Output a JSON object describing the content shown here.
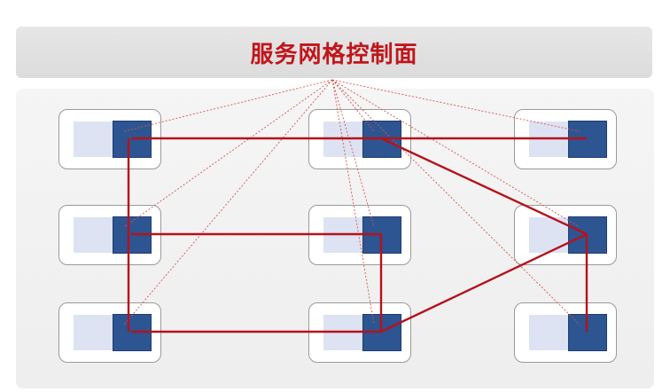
{
  "header": {
    "title": "服务网格控制面"
  },
  "mesh": {
    "pods": [
      {
        "id": "r0c0",
        "row": 0,
        "col": 0
      },
      {
        "id": "r0c1",
        "row": 0,
        "col": 1
      },
      {
        "id": "r0c2",
        "row": 0,
        "col": 2
      },
      {
        "id": "r1c0",
        "row": 1,
        "col": 0
      },
      {
        "id": "r1c1",
        "row": 1,
        "col": 1
      },
      {
        "id": "r1c2",
        "row": 1,
        "col": 2
      },
      {
        "id": "r2c0",
        "row": 2,
        "col": 0
      },
      {
        "id": "r2c1",
        "row": 2,
        "col": 1
      },
      {
        "id": "r2c2",
        "row": 2,
        "col": 2
      }
    ],
    "data_links": [
      [
        "r0c0",
        "r0c1"
      ],
      [
        "r0c1",
        "r0c2"
      ],
      [
        "r0c0",
        "r1c0"
      ],
      [
        "r1c0",
        "r2c0"
      ],
      [
        "r1c0",
        "r1c1"
      ],
      [
        "r1c1",
        "r2c1"
      ],
      [
        "r2c0",
        "r2c1"
      ],
      [
        "r0c1",
        "r1c2"
      ],
      [
        "r2c1",
        "r1c2"
      ],
      [
        "r1c2",
        "r2c2"
      ]
    ],
    "control_links": [
      "r0c0",
      "r0c1",
      "r0c2",
      "r1c0",
      "r1c1",
      "r1c2",
      "r2c0",
      "r2c1",
      "r2c2"
    ],
    "colors": {
      "data_link": "#b5121b",
      "control_link": "#d9534f",
      "sidecar": "#2d5592",
      "service": "#dde3f2"
    }
  }
}
